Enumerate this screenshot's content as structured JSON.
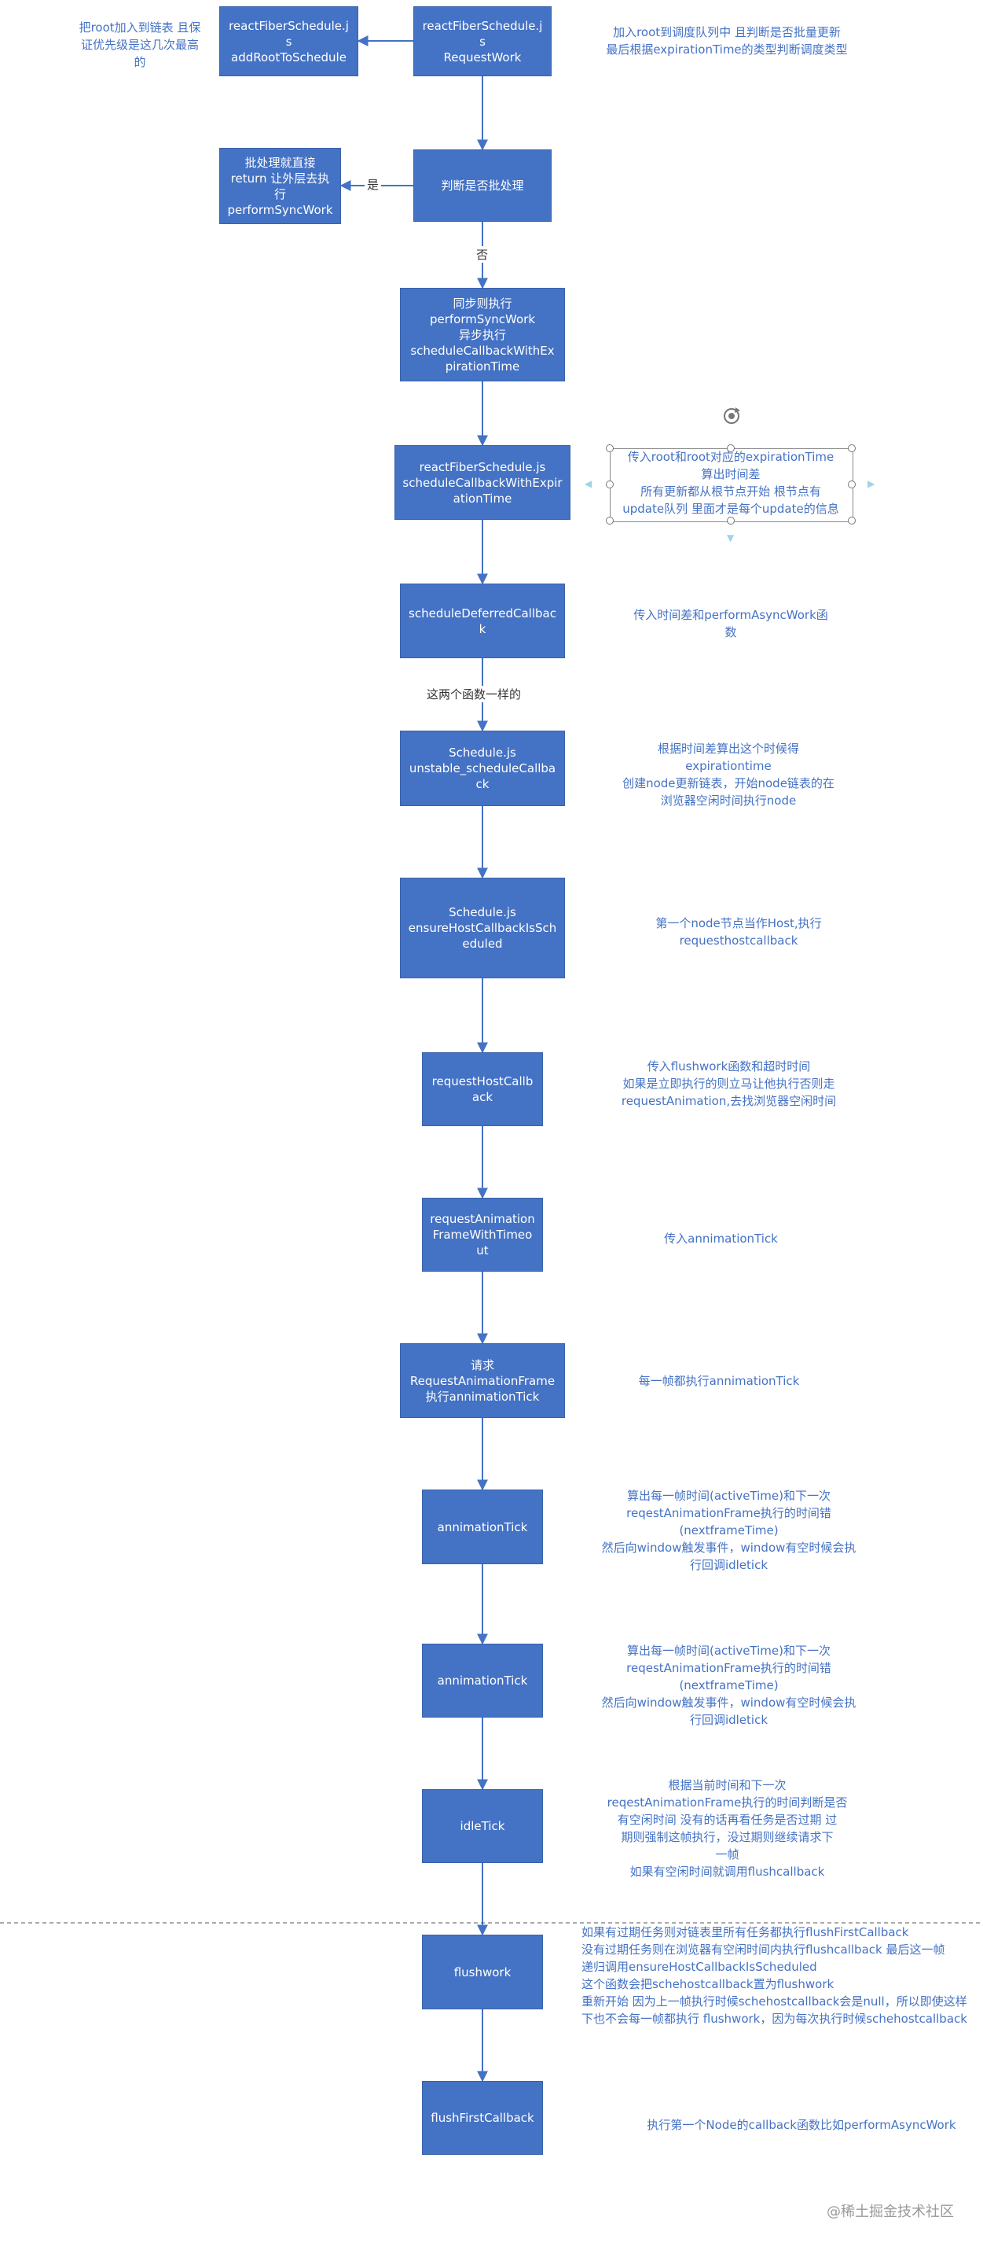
{
  "nodes": {
    "add_root": "reactFiberSchedule.js\naddRootToSchedule",
    "request_work": "reactFiberSchedule.js\nRequestWork",
    "perform_sync_work": "批处理就直接\nreturn 让外层去执\n行\nperformSyncWork",
    "is_batching": "判断是否批处理",
    "sync_async": "同步则执行\nperformSyncWork\n异步执行\nscheduleCallbackWithExpirationTime",
    "schedule_cb_with_exp": "reactFiberSchedule.js\nscheduleCallbackWithExpirationTime",
    "schedule_deferred": "scheduleDeferredCallback",
    "unstable_schedule": "Schedule.js\nunstable_scheduleCallback",
    "ensure_host_cb": "Schedule.js\nensureHostCallbackIsScheduled",
    "request_host_cb": "requestHostCallback",
    "raf_with_timeout": "requestAnimationFrameWithTimeout",
    "request_raf": "请求\nRequestAnimationFrame执行annimationTick",
    "animation_tick_1": "annimationTick",
    "animation_tick_2": "annimationTick",
    "idle_tick": "idleTick",
    "flushwork": "flushwork",
    "flush_first_cb": "flushFirstCallback"
  },
  "edge_labels": {
    "yes": "是",
    "no": "否",
    "same_fn": "这两个函数一样的"
  },
  "notes": {
    "add_root": "把root加入到链表 且保\n证优先级是这几次最高\n的",
    "request_work": "加入root到调度队列中 且判断是否批量更新\n最后根据expirationTime的类型判断调度类型",
    "schedule_cb_with_exp": "传入root和root对应的expirationTime\n算出时间差\n所有更新都从根节点开始 根节点有\nupdate队列 里面才是每个update的信息",
    "schedule_deferred": "传入时间差和performAsyncWork函\n数",
    "unstable_schedule": "根据时间差算出这个时候得\nexpirationtime\n创建node更新链表，开始node链表的在\n浏览器空闲时间执行node",
    "ensure_host_cb": "第一个node节点当作Host,执行\nrequesthostcallback",
    "request_host_cb": "传入flushwork函数和超时时间\n如果是立即执行的则立马让他执行否则走\nrequestAnimation,去找浏览器空闲时间",
    "raf_with_timeout": "传入annimationTick",
    "request_raf": "每一帧都执行annimationTick",
    "animation_tick_1": "算出每一帧时间(activeTime)和下一次\nreqestAnimationFrame执行的时间错\n(nextframeTime)\n然后向window触发事件，window有空时候会执\n行回调idletick",
    "animation_tick_2": "算出每一帧时间(activeTime)和下一次\nreqestAnimationFrame执行的时间错\n(nextframeTime)\n然后向window触发事件，window有空时候会执\n行回调idletick",
    "idle_tick": "根据当前时间和下一次\nreqestAnimationFrame执行的时间判断是否\n有空闲时间 没有的话再看任务是否过期 过\n期则强制这帧执行，没过期则继续请求下\n一帧\n如果有空闲时间就调用flushcallback",
    "flushwork": "如果有过期任务则对链表里所有任务都执行flushFirstCallback\n没有过期任务则在浏览器有空闲时间内执行flushcallback 最后这一帧\n递归调用ensureHostCallbackIsScheduled\n这个函数会把schehostcallback置为flushwork\n重新开始 因为上一帧执行时候schehostcallback会是null，所以即使这样\n下也不会每一帧都执行 flushwork，因为每次执行时候schehostcallback",
    "flush_first_cb": "执行第一个Node的callback函数比如performAsyncWork"
  },
  "watermark": "@稀土掘金技术社区",
  "colors": {
    "node_fill": "#4472C4",
    "note_text": "#4472C4",
    "connector": "#4472C4",
    "background": "#ffffff"
  }
}
